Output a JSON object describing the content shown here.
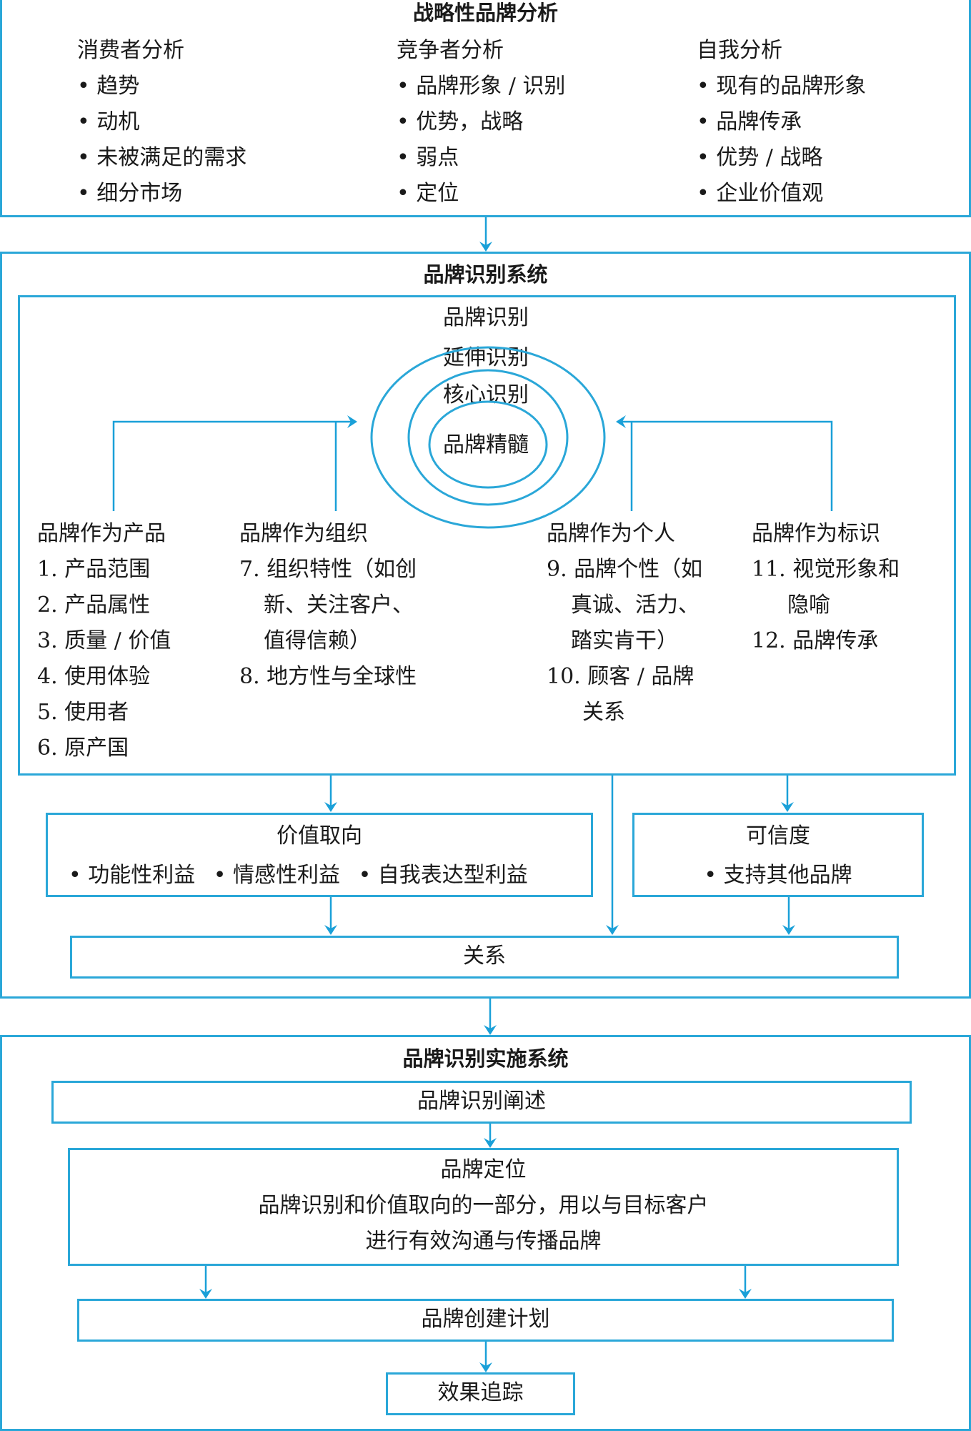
{
  "accent_color": "#2aa7d8",
  "strategic_analysis": {
    "title": "战略性品牌分析",
    "consumer": {
      "heading": "消费者分析",
      "items": [
        "趋势",
        "动机",
        "未被满足的需求",
        "细分市场"
      ]
    },
    "competitor": {
      "heading": "竞争者分析",
      "items": [
        "品牌形象 / 识别",
        "优势，战略",
        "弱点",
        "定位"
      ]
    },
    "self": {
      "heading": "自我分析",
      "items": [
        "现有的品牌形象",
        "品牌传承",
        "优势 / 战略",
        "企业价值观"
      ]
    }
  },
  "identity_system": {
    "title": "品牌识别系统",
    "rings": {
      "outer_label": "品牌识别",
      "extended": "延伸识别",
      "core": "核心识别",
      "essence": "品牌精髓"
    },
    "perspectives": {
      "product": {
        "heading": "品牌作为产品",
        "lines": [
          "1. 产品范围",
          "2. 产品属性",
          "3. 质量 / 价值",
          "4. 使用体验",
          "5. 使用者",
          "6. 原产国"
        ]
      },
      "organization": {
        "heading": "品牌作为组织",
        "lines": [
          "7. 组织特性（如创",
          "新、关注客户、",
          "值得信赖）",
          "8. 地方性与全球性"
        ]
      },
      "person": {
        "heading": "品牌作为个人",
        "lines": [
          "9. 品牌个性（如",
          "真诚、活力、",
          "踏实肯干）",
          "10. 顾客 / 品牌",
          "关系"
        ]
      },
      "symbol": {
        "heading": "品牌作为标识",
        "lines": [
          "11. 视觉形象和",
          "隐喻",
          "12. 品牌传承"
        ]
      }
    },
    "value_proposition": {
      "heading": "价值取向",
      "items": [
        "功能性利益",
        "情感性利益",
        "自我表达型利益"
      ]
    },
    "credibility": {
      "heading": "可信度",
      "items": [
        "支持其他品牌"
      ]
    },
    "relationship": "关系"
  },
  "implementation_system": {
    "title": "品牌识别实施系统",
    "elaboration": "品牌识别阐述",
    "positioning": {
      "heading": "品牌定位",
      "line1": "品牌识别和价值取向的一部分，用以与目标客户",
      "line2": "进行有效沟通与传播品牌"
    },
    "building_program": "品牌创建计划",
    "tracking": "效果追踪"
  }
}
